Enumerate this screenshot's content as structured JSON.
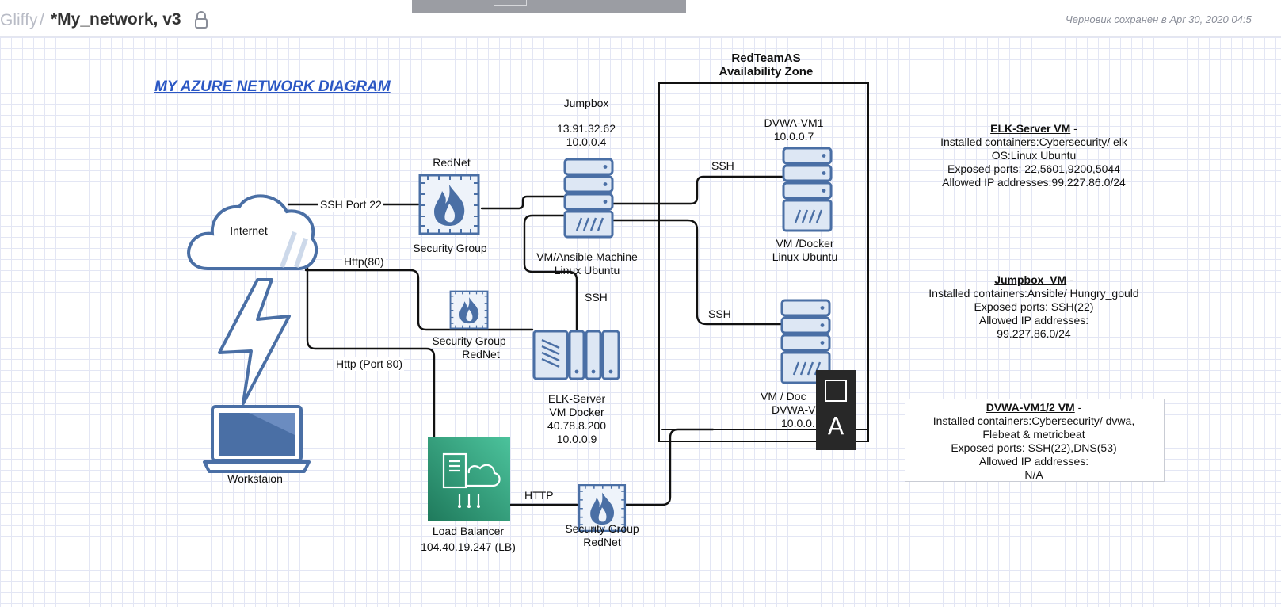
{
  "header": {
    "app_name": "Gliffy",
    "separator": "/",
    "document_title": "*My_network, v3",
    "save_status": "Черновик сохранен в Apr 30, 2020 04:5"
  },
  "diagram": {
    "title": "MY AZURE NETWORK DIAGRAM",
    "availability_zone": {
      "name": "RedTeamAS",
      "subtitle": "Availability Zone"
    },
    "nodes": {
      "internet": "Internet",
      "workstation": "Workstaion",
      "rednet_name": "RedNet",
      "rednet_sg": "Security Group",
      "sg2_line1": "Security Group",
      "sg2_line2": "RedNet",
      "jumpbox_name": "Jumpbox",
      "jumpbox_public_ip": "13.91.32.62",
      "jumpbox_private_ip": "10.0.0.4",
      "jumpbox_desc1": "VM/Ansible Machine",
      "jumpbox_desc2": "Linux Ubuntu",
      "dvwa1_name": "DVWA-VM1",
      "dvwa1_ip": "10.0.0.7",
      "dvwa1_desc1": "VM /Docker",
      "dvwa1_desc2": "Linux Ubuntu",
      "dvwa2_desc1": "VM / Doc",
      "dvwa2_name": "DVWA-V",
      "dvwa2_ip": "10.0.0.",
      "elk_line1": "ELK-Server",
      "elk_line2": "VM Docker",
      "elk_line3": "40.78.8.200",
      "elk_line4": "10.0.0.9",
      "lb_name": "Load Balancer",
      "lb_ip": "104.40.19.247 (LB)",
      "sg3_line1": "Security Group",
      "sg3_line2": "RedNet"
    },
    "connections": {
      "ssh_port22": "SSH Port 22",
      "http80": "Http(80)",
      "http_port80": "Http (Port 80)",
      "ssh_elk": "SSH",
      "ssh_dvwa1": "SSH",
      "ssh_dvwa2": "SSH",
      "http_lb": "HTTP"
    },
    "info": {
      "elk": {
        "title": "ELK-Server VM",
        "suffix": " -",
        "lines": [
          "Installed containers:Cybersecurity/ elk",
          "OS:Linux Ubuntu",
          "Exposed ports: 22,5601,9200,5044",
          "Allowed IP addresses:99.227.86.0/24"
        ]
      },
      "jumpbox": {
        "title": "Jumpbox  VM",
        "suffix": " -",
        "lines": [
          "Installed containers:Ansible/ Hungry_gould",
          "Exposed ports: SSH(22)",
          "Allowed IP addresses:",
          "99.227.86.0/24"
        ]
      },
      "dvwa": {
        "title": "DVWA-VM1/2 VM",
        "suffix": " -",
        "lines": [
          "Installed containers:Cybersecurity/ dvwa,",
          "Flebeat & metricbeat",
          "Exposed ports: SSH(22),DNS(53)",
          "Allowed IP addresses:",
          "N/A"
        ]
      }
    }
  },
  "floating_toolbar": {
    "text_tool": "A"
  },
  "colors": {
    "accent_blue": "#2b57c4",
    "icon_blue": "#4a6fa5",
    "icon_fill": "#dde7f4",
    "lb_green": "#2a9b76",
    "wire": "#111111"
  }
}
